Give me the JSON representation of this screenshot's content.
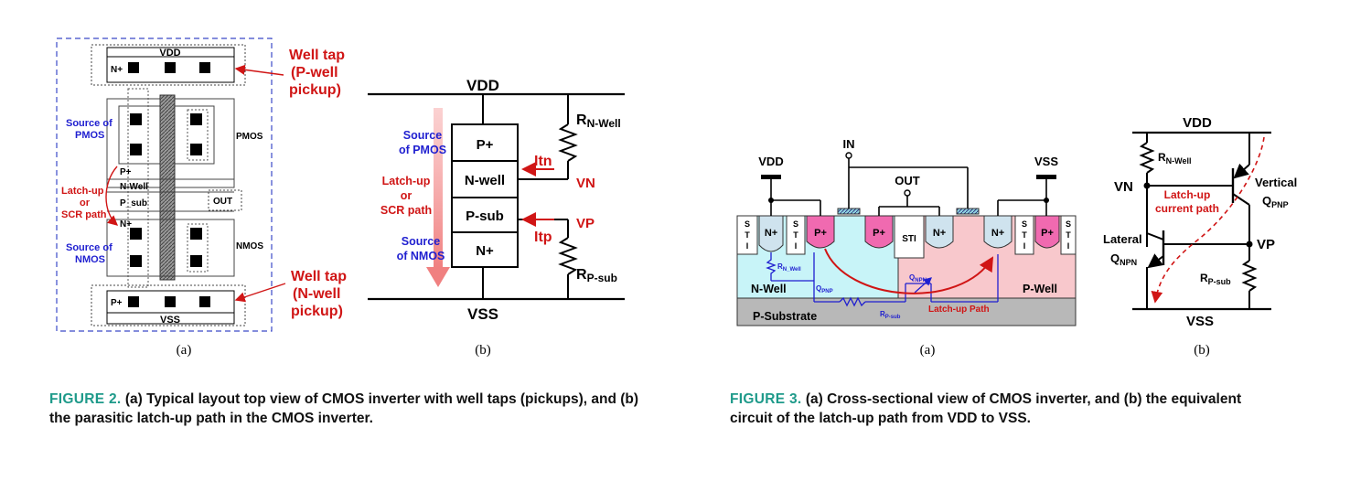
{
  "fig2": {
    "caption_label": "FIGURE 2.",
    "caption_text": "(a) Typical layout top view of CMOS inverter with well taps (pickups), and (b) the parasitic latch-up path in the CMOS inverter.",
    "a": {
      "vdd": "VDD",
      "nplus": "N+",
      "pplus": "P+",
      "vss": "VSS",
      "pmos": "PMOS",
      "nmos": "NMOS",
      "out": "OUT",
      "nwell": "N-Well",
      "psub": "P_sub",
      "nplus2": "N+",
      "pplus2": "P+",
      "source_pmos_1": "Source of",
      "source_pmos_2": "PMOS",
      "source_nmos_1": "Source of",
      "source_nmos_2": "NMOS",
      "latch_1": "Latch-up",
      "latch_2": "or",
      "latch_3": "SCR path",
      "welltap_top_1": "Well tap",
      "welltap_top_2": "(P-well",
      "welltap_top_3": "pickup)",
      "welltap_bot_1": "Well tap",
      "welltap_bot_2": "(N-well",
      "welltap_bot_3": "pickup)",
      "sub_label": "(a)"
    },
    "b": {
      "vdd": "VDD",
      "vss": "VSS",
      "pplus": "P+",
      "nwell": "N-well",
      "psub": "P-sub",
      "nplus": "N+",
      "rnwell": "R",
      "rnwell_sub": "N-Well",
      "rpsub": "R",
      "rpsub_sub": "P-sub",
      "itn": "Itn",
      "itp": "Itp",
      "vn": "VN",
      "vp": "VP",
      "source_pmos_1": "Source",
      "source_pmos_2": "of PMOS",
      "latch_1": "Latch-up",
      "latch_2": "or",
      "latch_3": "SCR path",
      "source_nmos_1": "Source",
      "source_nmos_2": "of NMOS",
      "sub_label": "(b)"
    }
  },
  "fig3": {
    "caption_label": "FIGURE 3.",
    "caption_text": "(a) Cross-sectional view of CMOS inverter, and (b) the equivalent circuit of the latch-up path from VDD to VSS.",
    "a": {
      "vdd": "VDD",
      "in": "IN",
      "out": "OUT",
      "vss": "VSS",
      "sti": "STI",
      "s": "S",
      "t": "T",
      "i": "I",
      "nplus": "N+",
      "pplus": "P+",
      "nwell": "N-Well",
      "pwell": "P-Well",
      "psubstrate": "P-Substrate",
      "rnwell": "R",
      "rnwell_sub": "N_Well",
      "qpnp": "Q",
      "qpnp_sub": "PNP",
      "qnpn": "Q",
      "qnpn_sub": "NPN",
      "rpsub": "R",
      "rpsub_sub": "P-sub",
      "latch_path": "Latch-up Path",
      "sub_label": "(a)"
    },
    "b": {
      "vdd": "VDD",
      "vss": "VSS",
      "vn": "VN",
      "vp": "VP",
      "rnwell": "R",
      "rnwell_sub": "N-Well",
      "rpsub": "R",
      "rpsub_sub": "P-sub",
      "vertical": "Vertical",
      "qpnp": "Q",
      "qpnp_sub": "PNP",
      "lateral": "Lateral",
      "qnpn": "Q",
      "qnpn_sub": "NPN",
      "latch_1": "Latch-up",
      "latch_2": "current path",
      "sub_label": "(b)"
    }
  },
  "colors": {
    "red": "#d01515",
    "blue": "#1f1fd0",
    "nwell": "#c8f4f8",
    "pwell": "#f8c8cc",
    "substrate": "#b8b8b8",
    "diff_n": "#cfe3ee",
    "diff_p": "#f06ab0",
    "caption_label": "#1e9a8a"
  }
}
